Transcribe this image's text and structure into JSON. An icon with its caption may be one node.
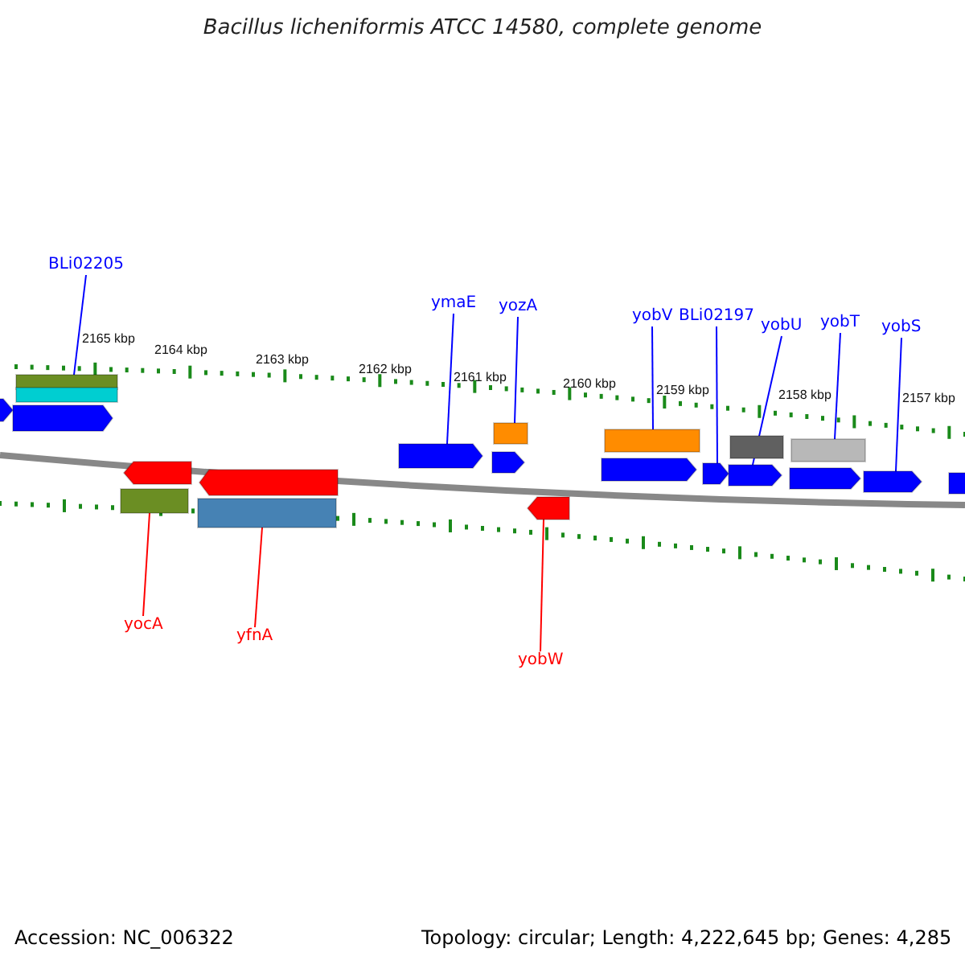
{
  "diagram": {
    "title": "Bacillus licheniformis ATCC 14580, complete genome",
    "nodes": [
      {
        "text": [
          "BLi02205"
        ]
      },
      {
        "text": [
          "ymaE"
        ]
      },
      {
        "text": [
          "yozA"
        ]
      },
      {
        "text": [
          "yobV"
        ]
      },
      {
        "text": [
          "BLi02197"
        ]
      },
      {
        "text": [
          "yobU"
        ]
      },
      {
        "text": [
          "yobT"
        ]
      },
      {
        "text": [
          "yobS"
        ]
      },
      {
        "text": [
          "yocA"
        ]
      },
      {
        "text": [
          "yfnA"
        ]
      },
      {
        "text": [
          "yobW"
        ]
      },
      {
        "text": [],
        "shape": "arrow"
      },
      {
        "text": [],
        "shape": "bar"
      },
      {
        "text": [],
        "shape": "bar"
      },
      {
        "text": [],
        "shape": "arrow"
      },
      {
        "text": [],
        "shape": "arrow"
      },
      {
        "text": [],
        "shape": "bar"
      },
      {
        "text": [],
        "shape": "arrow"
      },
      {
        "text": [],
        "shape": "bar"
      },
      {
        "text": [],
        "shape": "arrow"
      },
      {
        "text": [],
        "shape": "bar"
      },
      {
        "text": [],
        "shape": "arrow"
      },
      {
        "text": [],
        "shape": "arrow"
      },
      {
        "text": [],
        "shape": "bar"
      },
      {
        "text": [],
        "shape": "arrow"
      },
      {
        "text": [],
        "shape": "arrow"
      },
      {
        "text": [],
        "shape": "bar"
      },
      {
        "text": [],
        "shape": "arrow"
      },
      {
        "text": [],
        "shape": "bar"
      },
      {
        "text": [],
        "shape": "arrow"
      },
      {
        "text": [],
        "shape": "arrow"
      },
      {
        "text": [],
        "shape": "arrow"
      }
    ],
    "edges": [
      {
        "from": 0,
        "to": 12,
        "arrow": "none"
      },
      {
        "from": 1,
        "to": 19,
        "arrow": "none"
      },
      {
        "from": 2,
        "to": 20,
        "arrow": "none"
      },
      {
        "from": 3,
        "to": 23,
        "arrow": "none"
      },
      {
        "from": 4,
        "to": 25,
        "arrow": "none"
      },
      {
        "from": 5,
        "to": 27,
        "arrow": "none"
      },
      {
        "from": 6,
        "to": 28,
        "arrow": "none"
      },
      {
        "from": 7,
        "to": 30,
        "arrow": "none"
      },
      {
        "from": 8,
        "to": 16,
        "arrow": "none",
        "color": "#ff0000"
      },
      {
        "from": 9,
        "to": 18,
        "arrow": "none",
        "color": "#ff0000"
      },
      {
        "from": 10,
        "to": 22,
        "arrow": "none",
        "color": "#ff0000"
      }
    ],
    "labels": [
      "2165 kbp",
      "2164 kbp",
      "2163 kbp",
      "2162 kbp",
      "2161 kbp",
      "2160 kbp",
      "2159 kbp",
      "2158 kbp",
      "2157 kbp",
      "Accession: NC_006322",
      "Topology: circular; Length: 4,222,645 bp; Genes: 4,285"
    ]
  }
}
